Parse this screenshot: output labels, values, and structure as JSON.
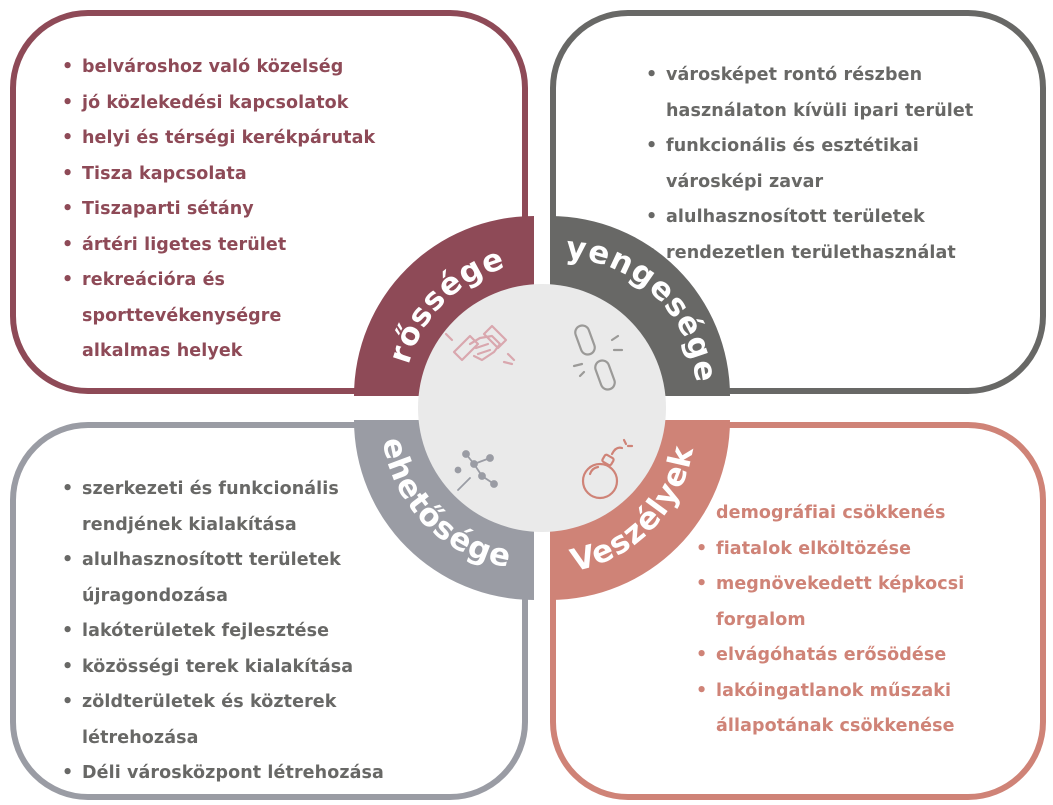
{
  "quadrants": {
    "strengths": {
      "title": "Erősségek",
      "color": "#8e4a57",
      "items": [
        "belvároshoz való közelség",
        "jó közlekedési kapcsolatok",
        "helyi és térségi kerékpárutak",
        "Tisza kapcsolata",
        "Tiszaparti sétány",
        "ártéri ligetes terület",
        "rekreációra és",
        "sporttevékenységre",
        "alkalmas helyek"
      ],
      "icon": "handshake-icon"
    },
    "weaknesses": {
      "title": "Gyengeségek",
      "color": "#686866",
      "items": [
        "városképet rontó részben",
        "használaton kívüli ipari terület",
        "funkcionális és esztétikai",
        "városképi zavar",
        "alulhasznosított területek",
        "rendezetlen területhasználat"
      ],
      "icon": "broken-chain-icon"
    },
    "opportunities": {
      "title": "Lehetőségek",
      "color": "#9a9ca4",
      "items": [
        "szerkezeti és funkcionális",
        "rendjének kialakítása",
        "alulhasznosított területek",
        "újragondozása",
        "lakóterületek fejlesztése",
        "közösségi terek kialakítása",
        "zöldterületek és közterek",
        "létrehozása",
        "Déli városközpont létrehozása"
      ],
      "icon": "network-nodes-icon"
    },
    "threats": {
      "title": "Veszélyek",
      "color": "#cf8377",
      "items": [
        "demográfiai csökkenés",
        "fiatalok elköltözése",
        "megnövekedett képkocsi",
        "forgalom",
        "elvágóhatás erősödése",
        "lakóingatlanok műszaki",
        "állapotának csökkenése"
      ],
      "icon": "bomb-icon"
    }
  },
  "center": {
    "circle_color": "#eaeaea"
  }
}
